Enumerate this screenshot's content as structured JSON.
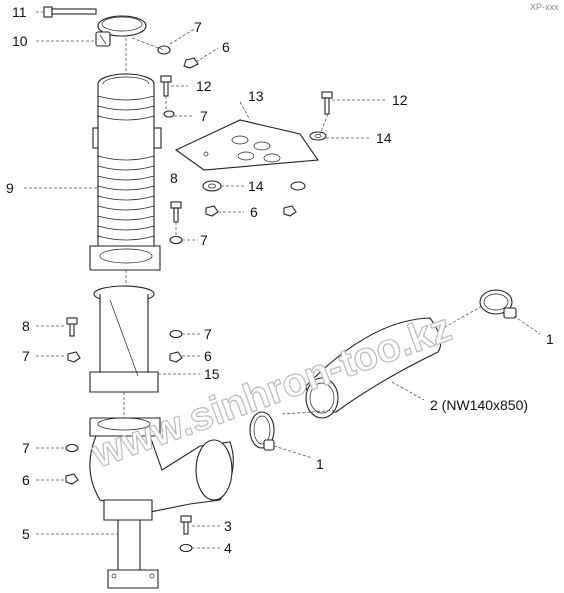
{
  "diagram": {
    "ref_code": "XP-xxx",
    "watermark": "www.sinhron-too.kz",
    "callouts": {
      "c1a": "1",
      "c1b": "1",
      "c2": "2 (NW140x850)",
      "c3": "3",
      "c4": "4",
      "c5": "5",
      "c6a": "6",
      "c6b": "6",
      "c6c": "6",
      "c6d": "6",
      "c7a": "7",
      "c7b": "7",
      "c7c": "7",
      "c7d": "7",
      "c7e": "7",
      "c7f": "7",
      "c8a": "8",
      "c8b": "8",
      "c9": "9",
      "c10": "10",
      "c11": "11",
      "c12a": "12",
      "c12b": "12",
      "c13": "13",
      "c14a": "14",
      "c14b": "14",
      "c15": "15"
    }
  }
}
